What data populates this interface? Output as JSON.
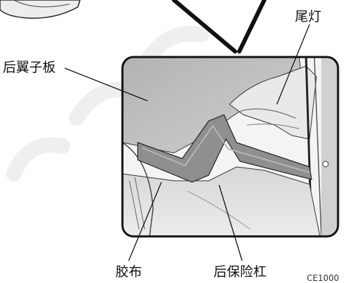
{
  "labels": {
    "taillight": "尾灯",
    "rear_fender": "后翼子板",
    "tape": "胶布",
    "rear_bumper": "后保险杠"
  },
  "figure_code": "CE1000",
  "colors": {
    "line": "#111111",
    "panel_dark": "#a9a9a9",
    "panel_mid": "#c6c6c6",
    "panel_light": "#e4e4e4",
    "tape": "#8e8e8e",
    "watermark": "#eeeeee"
  }
}
